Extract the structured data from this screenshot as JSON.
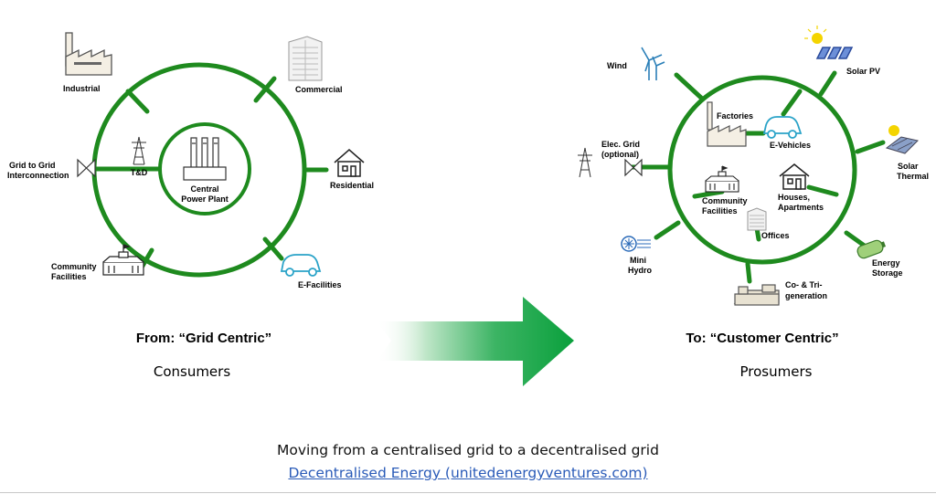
{
  "colors": {
    "grid_green": "#1e8a1e",
    "arrow_green": "#0aa03c",
    "link_blue": "#2a5bb8"
  },
  "left": {
    "heading": "From: “Grid Centric”",
    "subheading": "Consumers",
    "center_line1": "Central",
    "center_line2": "Power Plant",
    "td": "T&D",
    "industrial": "Industrial",
    "commercial": "Commercial",
    "residential": "Residential",
    "efacilities": "E-Facilities",
    "community_1": "Community",
    "community_2": "Facilities",
    "g2g_1": "Grid to Grid",
    "g2g_2": "Interconnection"
  },
  "right": {
    "heading": "To: “Customer Centric”",
    "subheading": "Prosumers",
    "wind": "Wind",
    "solar_pv": "Solar PV",
    "solar_thermal_1": "Solar",
    "solar_thermal_2": "Thermal",
    "energy_storage_1": "Energy",
    "energy_storage_2": "Storage",
    "cogen_1": "Co- & Tri-",
    "cogen_2": "generation",
    "mini_hydro_1": "Mini",
    "mini_hydro_2": "Hydro",
    "elec_grid_1": "Elec. Grid",
    "elec_grid_2": "(optional)",
    "factories": "Factories",
    "evehicles": "E-Vehicles",
    "community_1": "Community",
    "community_2": "Facilities",
    "houses_1": "Houses,",
    "houses_2": "Apartments",
    "offices": "Offices"
  },
  "caption": "Moving from a centralised grid to a decentralised grid",
  "link": "Decentralised Energy (unitedenergyventures.com)",
  "icons": [
    "factory-icon",
    "office-building-icon",
    "house-icon",
    "car-icon",
    "town-hall-icon",
    "valve-icon",
    "transmission-tower-icon",
    "power-plant-icon",
    "wind-turbine-icon",
    "solar-panel-icon",
    "solar-thermal-icon",
    "battery-icon",
    "generator-icon",
    "hydro-turbine-icon"
  ]
}
